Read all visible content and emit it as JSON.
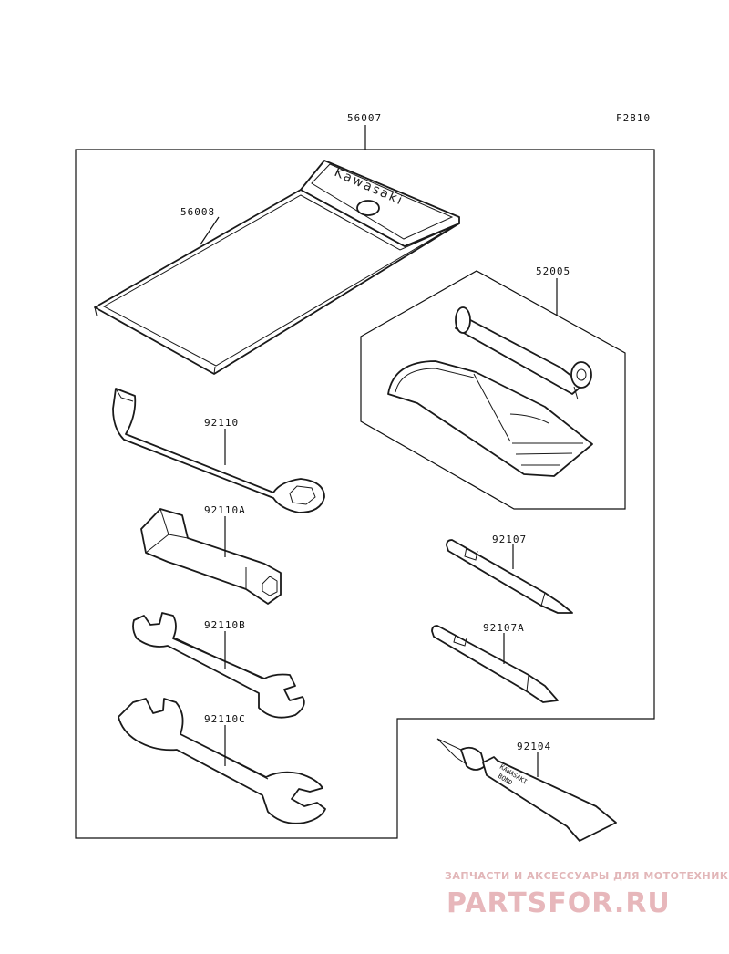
{
  "figure_code": "F2810",
  "parts": {
    "tool_kit": "56007",
    "tool_bag": "56008",
    "tool_bag_logo": "Kawasaki",
    "tire_kit": "52005",
    "hook_wrench": "92110",
    "spark_plug_wrench": "92110A",
    "wrench_b": "92110B",
    "wrench_c": "92110C",
    "screwdriver": "92107",
    "screwdriver_a": "92107A",
    "bond": "92104",
    "bond_tube_text": [
      "KAWASAKI",
      "BOND"
    ]
  },
  "watermark": {
    "top_line": "ЗАПЧАСТИ И АКСЕССУАРЫ ДЛЯ МОТОТЕХНИКИ",
    "brand": "PARTSFOR.RU"
  }
}
